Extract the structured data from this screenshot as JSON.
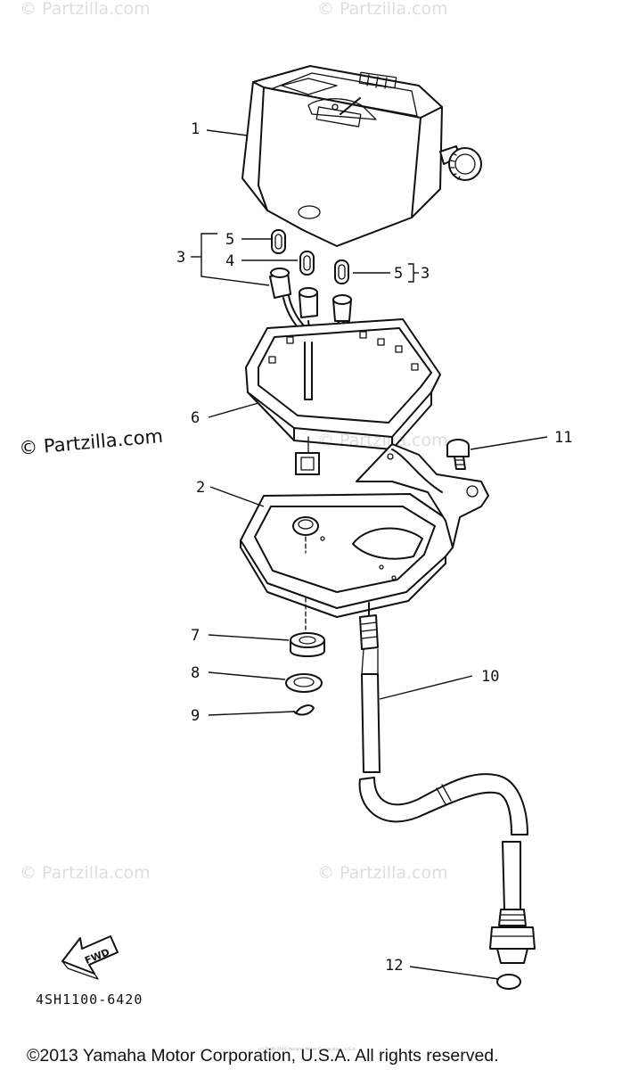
{
  "watermarks": {
    "top_left": "© Partzilla.com",
    "top_right": "© Partzilla.com",
    "main": "© Partzilla.com",
    "center": "© Partzilla.com",
    "bottom_left": "© Partzilla.com",
    "bottom_center": "© Partzilla.com"
  },
  "callouts": {
    "c1": "1",
    "c2": "2",
    "c3a": "3",
    "c3b": "3",
    "c4": "4",
    "c5a": "5",
    "c5b": "5",
    "c6": "6",
    "c7": "7",
    "c8": "8",
    "c9": "9",
    "c10": "10",
    "c11": "11",
    "c12": "12"
  },
  "direction_label": "FWD",
  "diagram_code": "4SH1100-6420",
  "fine_print": "(c) 2005-2016 Yamaha Motor Corporation, U.S.A.",
  "copyright": "©2013 Yamaha Motor Corporation, U.S.A. All rights reserved."
}
